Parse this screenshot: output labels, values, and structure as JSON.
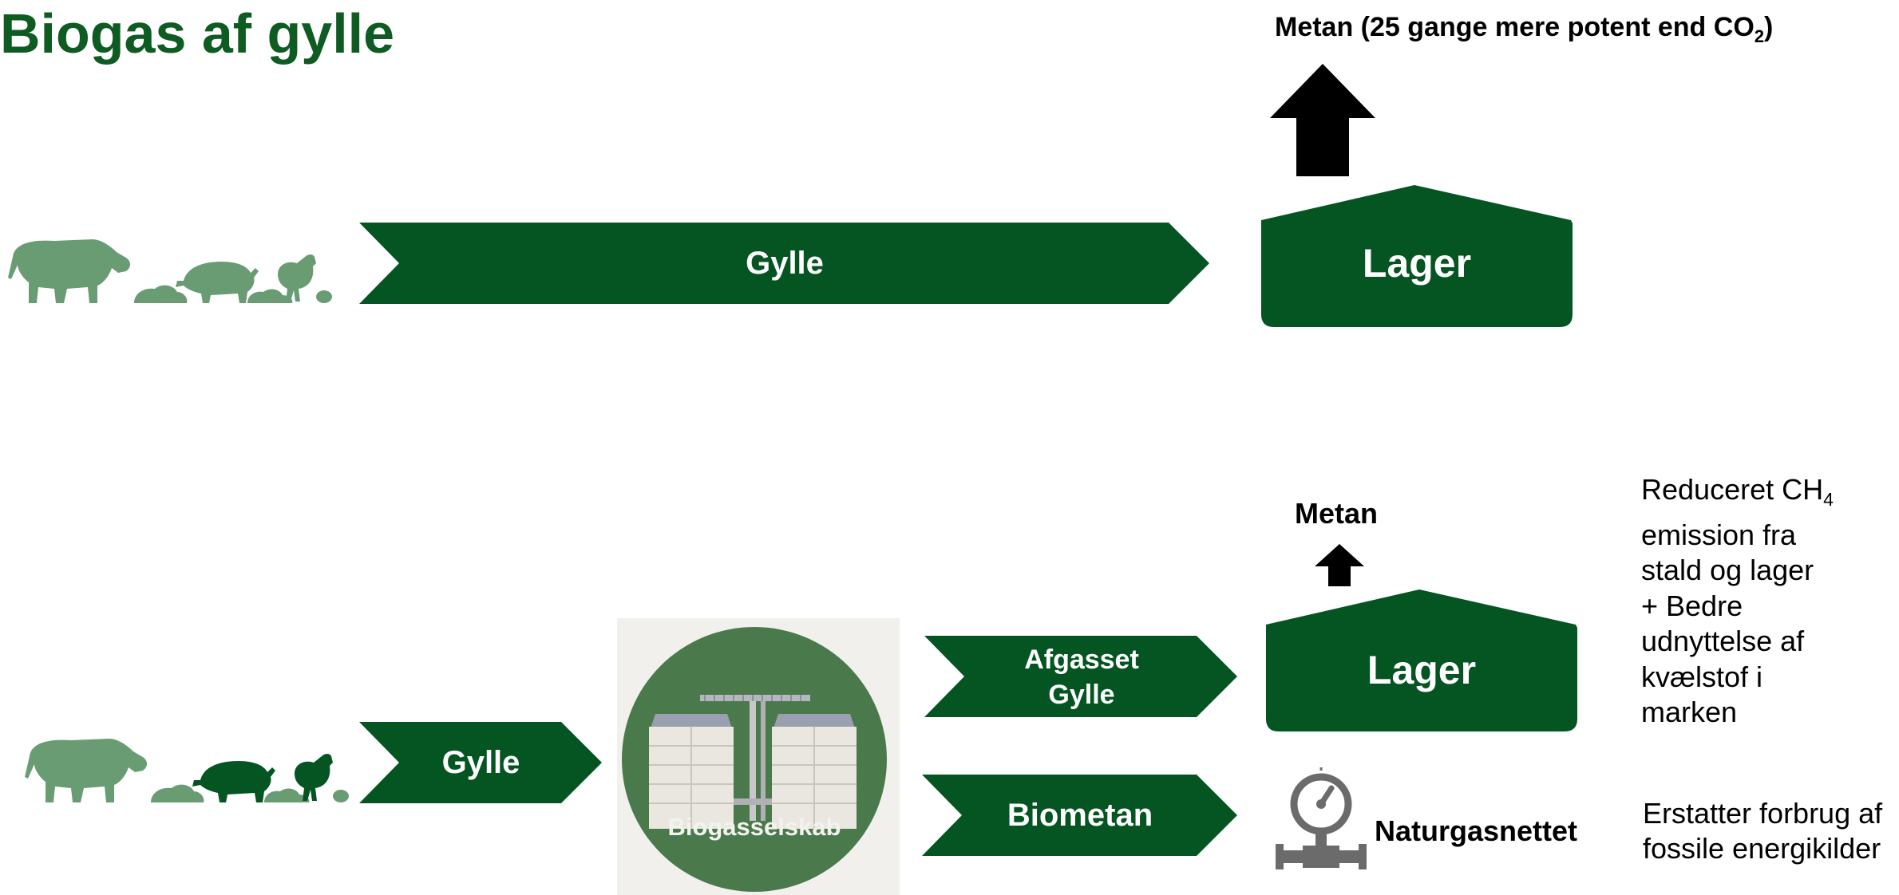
{
  "title": "Biogas af gylle",
  "top_row": {
    "emission_label_main": "Metan (25 gange mere potent end CO",
    "emission_label_sub": "2",
    "emission_label_end": ")",
    "arrow_label": "Gylle",
    "storage_label": "Lager"
  },
  "bottom_row": {
    "arrow_label": "Gylle",
    "plant_label": "Biogasselskab",
    "digestate_arrow_line1": "Afgasset",
    "digestate_arrow_line2": "Gylle",
    "biomethane_arrow_label": "Biometan",
    "emission_label": "Metan",
    "storage_label": "Lager",
    "grid_label": "Naturgasnettet",
    "note_storage": {
      "line1_main": "Reduceret CH",
      "line1_sub": "4",
      "line2": "emission fra",
      "line3": "stald og lager",
      "line4": "+ Bedre",
      "line5": "udnyttelse af",
      "line6": "kvælstof i",
      "line7": "marken"
    },
    "note_grid": {
      "line1": "Erstatter forbrug af",
      "line2": "fossile energikilder"
    }
  },
  "colors": {
    "dark_green": "#045522",
    "title_green": "#0e5c22",
    "animal_green": "#6a9c73",
    "plant_circle": "#4a7a4c",
    "plant_bg": "#f1f0ec"
  },
  "icons": [
    "cow-icon",
    "pig-icon",
    "chicken-icon",
    "manure-pile-icon",
    "biogas-plant-icon",
    "gas-meter-icon",
    "up-arrow-icon"
  ]
}
